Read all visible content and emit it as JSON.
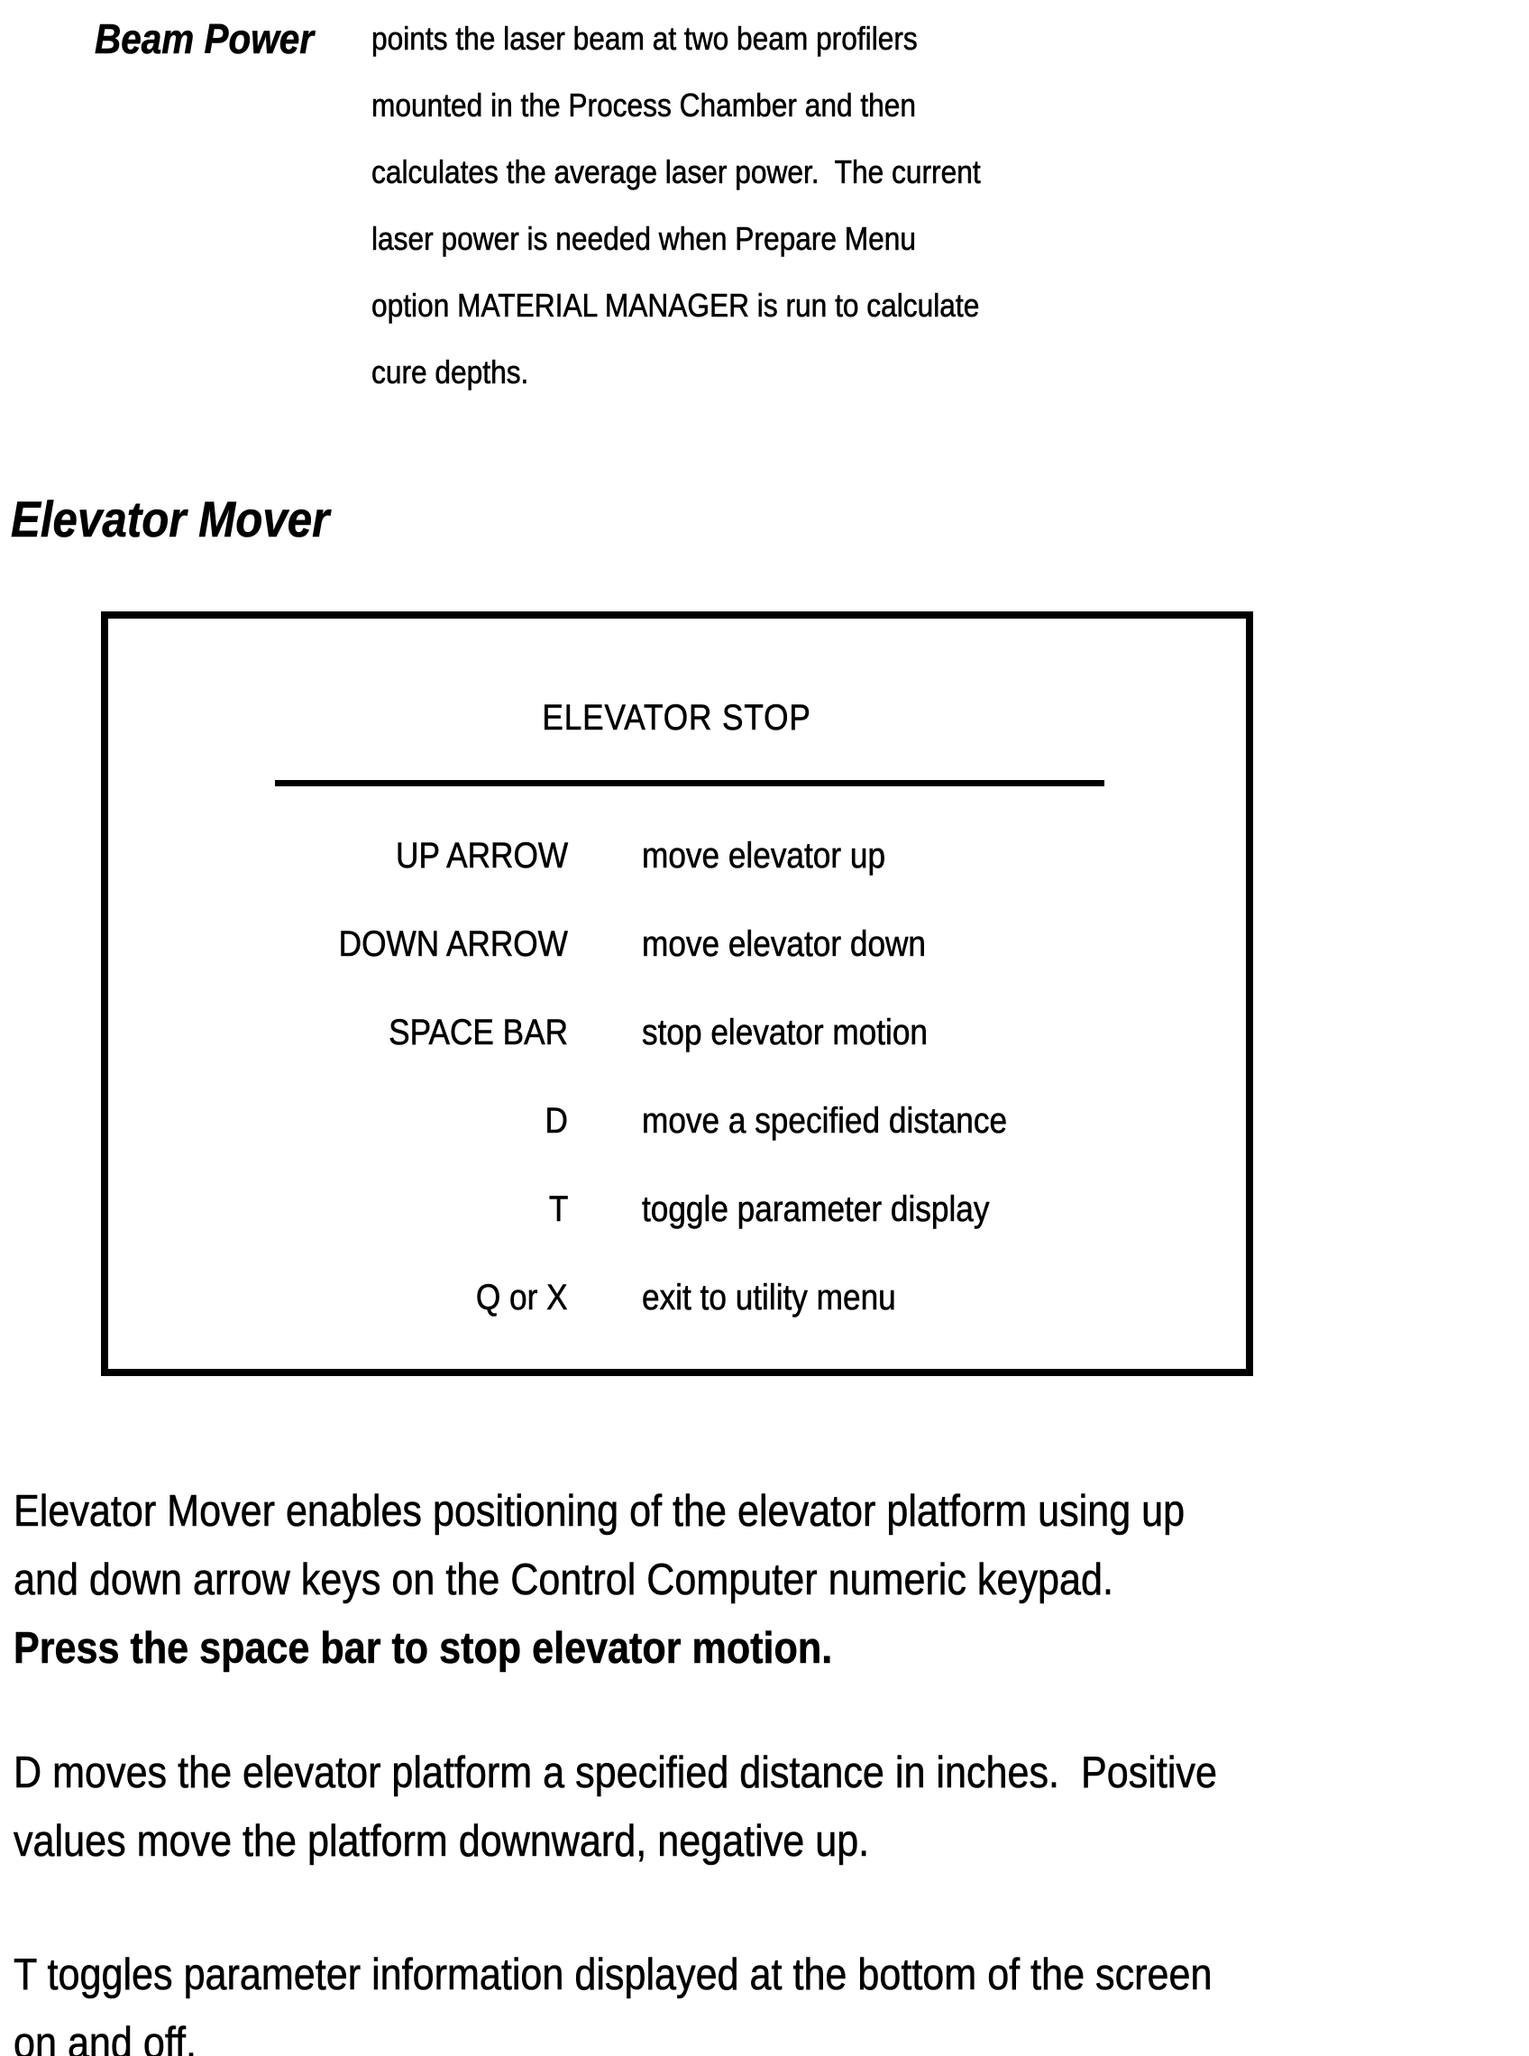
{
  "document": {
    "colors": {
      "ink": "#000000",
      "paper": "#ffffff"
    },
    "definition": {
      "term": "Beam Power",
      "description_lines": [
        "points the laser beam at two beam profilers",
        "mounted in the Process Chamber and then",
        "calculates the average laser power.  The current",
        "laser power is needed when Prepare Menu",
        "option MATERIAL MANAGER is run to calculate",
        "cure depths."
      ]
    },
    "section_heading": "Elevator Mover",
    "screen_box": {
      "title": "ELEVATOR STOP",
      "rows": [
        {
          "key": "UP ARROW",
          "action": "move elevator up"
        },
        {
          "key": "DOWN ARROW",
          "action": "move elevator down"
        },
        {
          "key": "SPACE BAR",
          "action": "stop elevator motion"
        },
        {
          "key": "D",
          "action": "move a specified distance"
        },
        {
          "key": "T",
          "action": "toggle parameter display"
        },
        {
          "key": "Q or X",
          "action": "exit to utility menu"
        }
      ]
    },
    "paragraphs": {
      "elevator_mover": {
        "line1": "Elevator Mover enables positioning of the elevator platform using up",
        "line2": "and down arrow keys on the Control Computer numeric keypad.",
        "bold_line": "Press the space bar to stop elevator motion."
      },
      "d_command": {
        "line1": "D moves the elevator platform a specified distance in inches.  Positive",
        "line2": "values move the platform downward, negative up."
      },
      "t_command": {
        "line1": "T toggles parameter information displayed at the bottom of the screen",
        "line2": "on and off."
      }
    }
  }
}
